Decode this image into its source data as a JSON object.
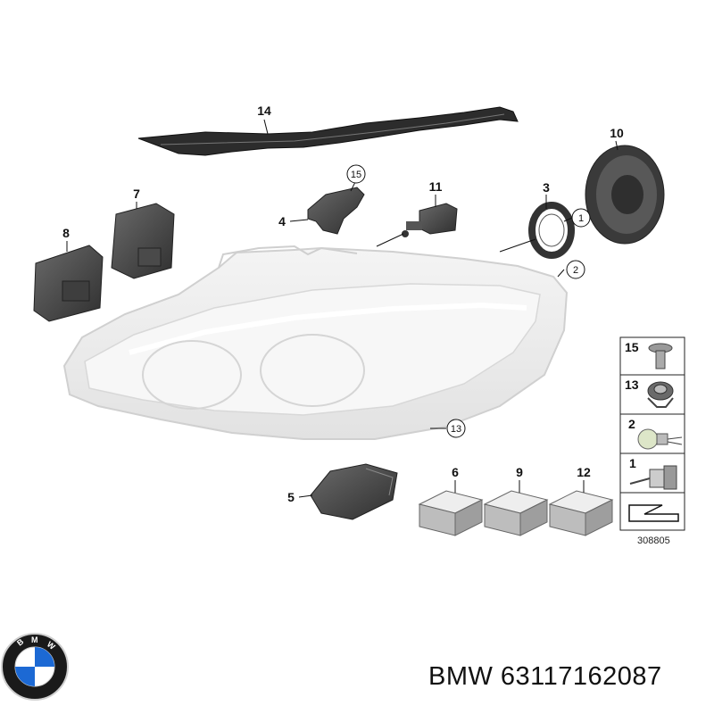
{
  "caption": "BMW 63117162087",
  "diagram_ref": "308805",
  "brand_logo": {
    "name": "bmw-logo",
    "letters": "BMW",
    "colors": {
      "blue": "#1c69d4",
      "ring": "#1a1a1a",
      "white": "#ffffff"
    }
  },
  "labels": {
    "p1": "1",
    "p2": "2",
    "p3": "3",
    "p4": "4",
    "p5": "5",
    "p6": "6",
    "p7": "7",
    "p8": "8",
    "p9": "9",
    "p10": "10",
    "p11": "11",
    "p12": "12",
    "p13": "13",
    "p14": "14",
    "p15": "15"
  },
  "legend": [
    {
      "label": "15",
      "icon": "screw-icon"
    },
    {
      "label": "13",
      "icon": "clip-icon"
    },
    {
      "label": "2",
      "icon": "bulb-icon"
    },
    {
      "label": "1",
      "icon": "xenon-bulb-icon"
    },
    {
      "label": "",
      "icon": "arrow-icon"
    }
  ]
}
